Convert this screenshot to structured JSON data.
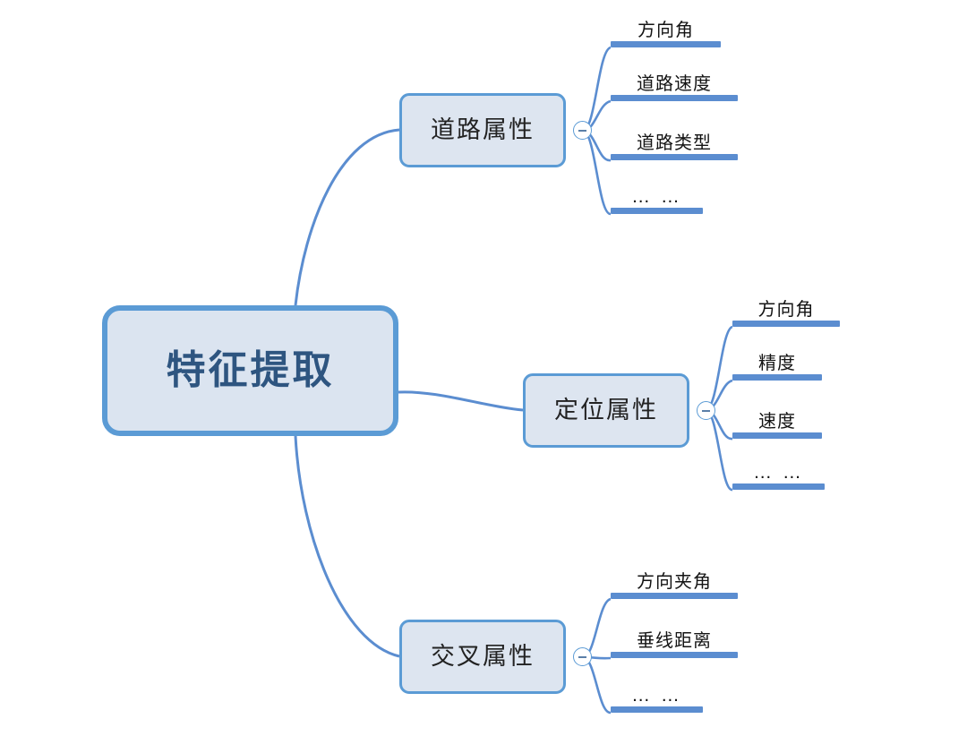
{
  "diagram": {
    "type": "mindmap",
    "title": "特征提取",
    "colors": {
      "node_fill": "#dde5f0",
      "node_border": "#5b9bd5",
      "root_text": "#2e5580",
      "bar": "#5b8dd0",
      "leaf_text": "#141414",
      "background": "#ffffff"
    },
    "root": {
      "label": "特征提取"
    },
    "branches": [
      {
        "label": "道路属性",
        "toggle_icon": "minus-circle-icon",
        "toggle_state": "expanded",
        "leaves": [
          {
            "label": "方向角"
          },
          {
            "label": "道路速度"
          },
          {
            "label": "道路类型"
          },
          {
            "label": "… …"
          }
        ]
      },
      {
        "label": "定位属性",
        "toggle_icon": "minus-circle-icon",
        "toggle_state": "expanded",
        "leaves": [
          {
            "label": "方向角"
          },
          {
            "label": "精度"
          },
          {
            "label": "速度"
          },
          {
            "label": "… …"
          }
        ]
      },
      {
        "label": "交叉属性",
        "toggle_icon": "minus-circle-icon",
        "toggle_state": "expanded",
        "leaves": [
          {
            "label": "方向夹角"
          },
          {
            "label": "垂线距离"
          },
          {
            "label": "… …"
          }
        ]
      }
    ]
  }
}
